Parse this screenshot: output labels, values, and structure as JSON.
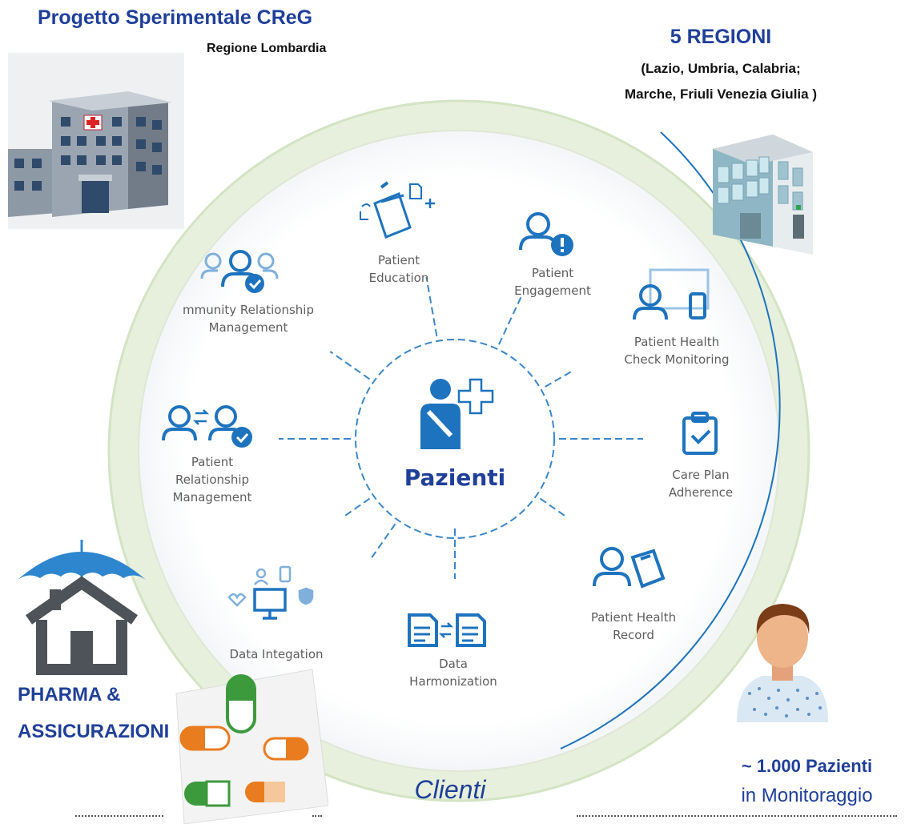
{
  "colors": {
    "ring": "#e4efd9",
    "ring_edge": "#cfe3bd",
    "accent": "#1e73be",
    "navy": "#1f3f99",
    "dash": "#3a86c8",
    "label": "#5e5e5e"
  },
  "header": {
    "left_title": "Progetto Sperimentale CReG",
    "left_subtitle": "Regione Lombardia",
    "right_title": "5 REGIONI",
    "right_line1": "(Lazio, Umbria, Calabria;",
    "right_line2": "Marche, Friuli Venezia Giulia )"
  },
  "center": {
    "label": "Pazienti",
    "icon": "patient-cross-icon"
  },
  "segments": [
    {
      "id": "patient-education",
      "lines": [
        "Patient",
        "Education"
      ],
      "icon": "education-icon"
    },
    {
      "id": "patient-engagement",
      "lines": [
        "Patient",
        "Engagement"
      ],
      "icon": "engagement-icon"
    },
    {
      "id": "health-check",
      "lines": [
        "Patient Health",
        "Check Monitoring"
      ],
      "icon": "monitoring-icon"
    },
    {
      "id": "care-plan",
      "lines": [
        "Care Plan",
        "Adherence"
      ],
      "icon": "clipboard-check-icon"
    },
    {
      "id": "health-record",
      "lines": [
        "Patient Health",
        "Record"
      ],
      "icon": "health-record-icon"
    },
    {
      "id": "data-harmonization",
      "lines": [
        "Data",
        "Harmonization"
      ],
      "icon": "documents-exchange-icon"
    },
    {
      "id": "data-integration",
      "lines": [
        "Data Integation"
      ],
      "icon": "data-integration-icon"
    },
    {
      "id": "relationship",
      "lines": [
        "Patient",
        "Relationship",
        "Management"
      ],
      "icon": "relationship-icon"
    },
    {
      "id": "community",
      "lines": [
        "mmunity Relationship",
        "Management"
      ],
      "icon": "community-icon"
    }
  ],
  "bottom": {
    "left_line1": "PHARMA &",
    "left_line2": "ASSICURAZIONI",
    "center": "Clienti",
    "right_bold": "~ 1.000 Pazienti",
    "right_normal": "in Monitoraggio"
  }
}
